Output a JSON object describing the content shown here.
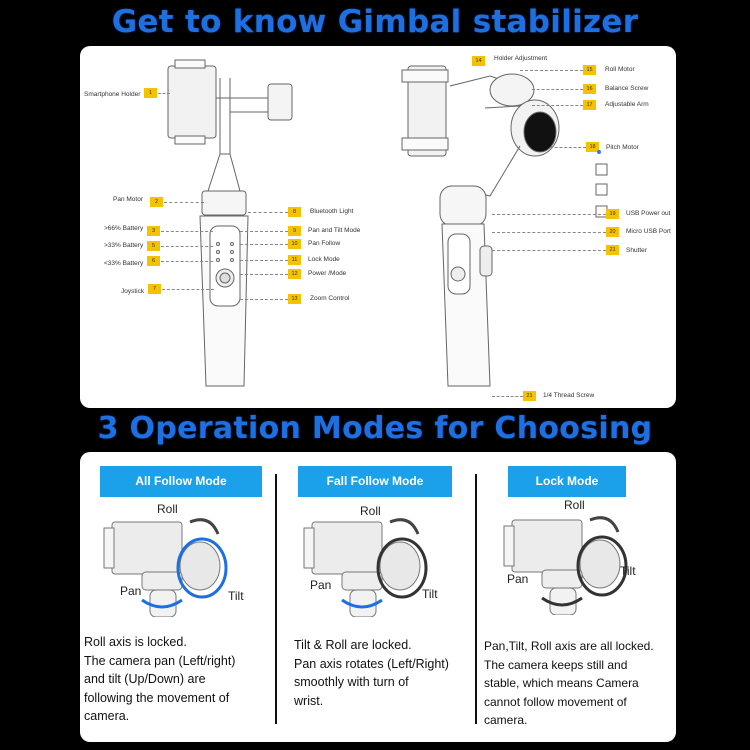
{
  "headings": {
    "top": "Get to know Gimbal stabilizer",
    "bottom": "3 Operation Modes for Choosing"
  },
  "parts_left": [
    {
      "label": "Smartphone Holder",
      "num": "1"
    },
    {
      "label": "Pan Motor",
      "num": "2"
    },
    {
      "label": ">66% Battery",
      "num": "3"
    },
    {
      "label": ">33% Battery",
      "num": "5"
    },
    {
      "label": "<33% Battery",
      "num": "6"
    },
    {
      "label": "Joystick",
      "num": "7"
    }
  ],
  "parts_mid": [
    {
      "label": "Bluetooth Light",
      "num": "8"
    },
    {
      "label": "Pan and Tilt Mode",
      "num": "9"
    },
    {
      "label": "Pan Follow",
      "num": "10"
    },
    {
      "label": "Lock Mode",
      "num": "11"
    },
    {
      "label": "Power /Mode",
      "num": "12"
    },
    {
      "label": "Zoom Control",
      "num": "13"
    }
  ],
  "parts_right": [
    {
      "label": "Holder Adjustment",
      "num": "14"
    },
    {
      "label": "Roll Motor",
      "num": "15"
    },
    {
      "label": "Balance Screw",
      "num": "16"
    },
    {
      "label": "Adjustable Arm",
      "num": "17"
    },
    {
      "label": "Pitch Motor",
      "num": "18"
    },
    {
      "label": "USB Power out",
      "num": "19"
    },
    {
      "label": "Micro USB Port",
      "num": "20"
    },
    {
      "label": "Shutter",
      "num": "21"
    },
    {
      "label": "1/4 Thread Screw",
      "num": "21"
    }
  ],
  "modes": [
    {
      "title": "All Follow Mode",
      "roll": "Roll",
      "pan": "Pan",
      "tilt": "Tilt",
      "lines": [
        "Roll axis is locked.",
        "The camera pan (Left/right)",
        "and tilt (Up/Down) are",
        "following the movement of",
        "camera."
      ]
    },
    {
      "title": "Fall Follow Mode",
      "roll": "Roll",
      "pan": "Pan",
      "tilt": "Tilt",
      "lines": [
        "Tilt & Roll are locked.",
        "Pan axis rotates (Left/Right)",
        "smoothly with turn of",
        "wrist."
      ]
    },
    {
      "title": "Lock Mode",
      "roll": "Roll",
      "pan": "Pan",
      "tilt": "Tilt",
      "lines": [
        "Pan,Tilt, Roll axis are all locked.",
        "The camera keeps still and",
        "stable, which means Camera",
        "cannot follow movement of",
        "camera."
      ]
    }
  ],
  "colors": {
    "heading": "#1e6fe0",
    "mode_title_bg": "#1ba1ea",
    "number_tag": "#f5c200",
    "highlight_ring": "#1e6fe0"
  }
}
